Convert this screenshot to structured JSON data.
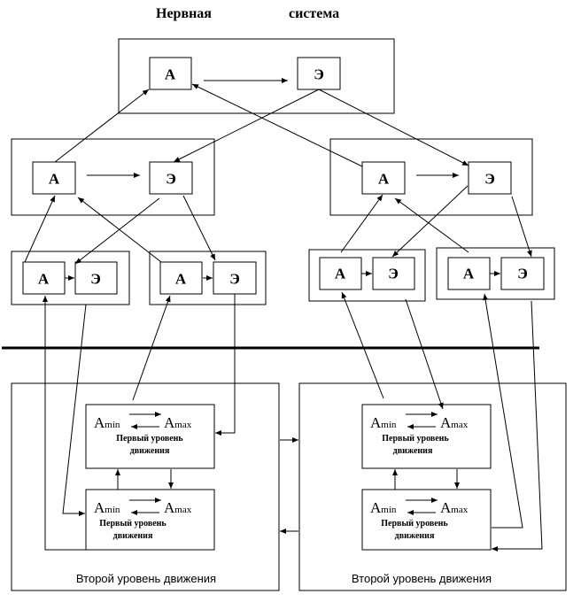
{
  "title": {
    "left": "Нервная",
    "right": "система"
  },
  "node_labels": {
    "afferent": "А",
    "efferent": "Э"
  },
  "range": {
    "min_symbol": "A",
    "min_sub": "min",
    "max_symbol": "A",
    "max_sub": "max"
  },
  "first_level_text": {
    "line1": "Первый уровень",
    "line2": "движения"
  },
  "second_level_text": "Второй уровень движения",
  "colors": {
    "stroke": "#000000",
    "background": "#ffffff"
  }
}
